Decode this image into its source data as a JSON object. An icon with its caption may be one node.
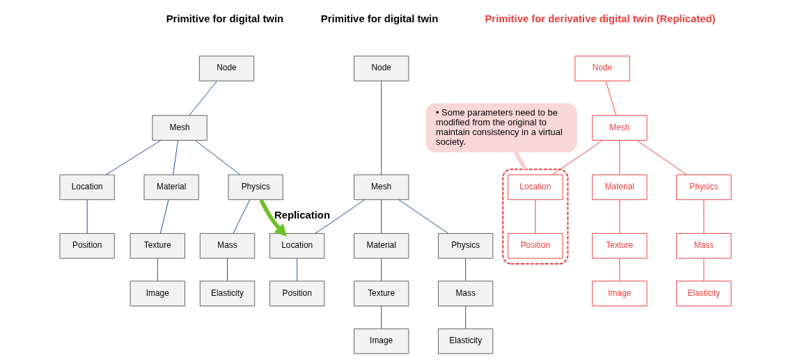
{
  "diagram": {
    "nodes": [
      {
        "text": [
          "Node"
        ]
      },
      {
        "text": [
          "Mesh"
        ]
      },
      {
        "text": [
          "Location"
        ]
      },
      {
        "text": [
          "Material"
        ]
      },
      {
        "text": [
          "Physics"
        ]
      },
      {
        "text": [
          "Position"
        ]
      },
      {
        "text": [
          "Texture"
        ]
      },
      {
        "text": [
          "Mass"
        ]
      },
      {
        "text": [
          "Image"
        ]
      },
      {
        "text": [
          "Elasticity"
        ]
      },
      {
        "text": [
          "Node"
        ]
      },
      {
        "text": [
          "Mesh"
        ]
      },
      {
        "text": [
          "Location"
        ]
      },
      {
        "text": [
          "Material"
        ]
      },
      {
        "text": [
          "Physics"
        ]
      },
      {
        "text": [
          "Position"
        ]
      },
      {
        "text": [
          "Texture"
        ]
      },
      {
        "text": [
          "Mass"
        ]
      },
      {
        "text": [
          "Image"
        ]
      },
      {
        "text": [
          "Elasticity"
        ]
      },
      {
        "text": [
          "Node"
        ]
      },
      {
        "text": [
          "Mesh"
        ]
      },
      {
        "text": [],
        "shape": "box"
      },
      {
        "text": [
          "Location"
        ],
        "in": 22
      },
      {
        "text": [
          "Material"
        ]
      },
      {
        "text": [
          "Physics"
        ]
      },
      {
        "text": [
          "Position"
        ],
        "in": 22
      },
      {
        "text": [
          "Texture"
        ]
      },
      {
        "text": [
          "Mass"
        ]
      },
      {
        "text": [
          "Image"
        ]
      },
      {
        "text": [
          "Elasticity"
        ]
      },
      {
        "text": [
          "• Some parameters need to be modified from the original to maintain consistency in a virtual society."
        ]
      }
    ],
    "edges": [
      {
        "from": 0,
        "to": 1,
        "arrow": "none"
      },
      {
        "from": 1,
        "to": 2,
        "arrow": "none"
      },
      {
        "from": 1,
        "to": 3,
        "arrow": "none"
      },
      {
        "from": 1,
        "to": 4,
        "arrow": "none"
      },
      {
        "from": 2,
        "to": 5,
        "arrow": "none"
      },
      {
        "from": 3,
        "to": 6,
        "arrow": "none"
      },
      {
        "from": 4,
        "to": 7,
        "arrow": "none"
      },
      {
        "from": 6,
        "to": 8,
        "arrow": "none"
      },
      {
        "from": 7,
        "to": 9,
        "arrow": "none"
      },
      {
        "from": 4,
        "to": 12,
        "arrow": "to",
        "label": "Replication",
        "style": "thick",
        "color": "#6fbf2a"
      },
      {
        "from": 10,
        "to": 11,
        "arrow": "none"
      },
      {
        "from": 11,
        "to": 12,
        "arrow": "none"
      },
      {
        "from": 11,
        "to": 13,
        "arrow": "none"
      },
      {
        "from": 11,
        "to": 14,
        "arrow": "none"
      },
      {
        "from": 12,
        "to": 15,
        "arrow": "none"
      },
      {
        "from": 13,
        "to": 16,
        "arrow": "none"
      },
      {
        "from": 14,
        "to": 17,
        "arrow": "none"
      },
      {
        "from": 16,
        "to": 18,
        "arrow": "none"
      },
      {
        "from": 17,
        "to": 19,
        "arrow": "none"
      },
      {
        "from": 20,
        "to": 21,
        "arrow": "none",
        "color": "#e84040"
      },
      {
        "from": 21,
        "to": 23,
        "arrow": "none",
        "color": "#e84040"
      },
      {
        "from": 21,
        "to": 24,
        "arrow": "none",
        "color": "#e84040"
      },
      {
        "from": 21,
        "to": 25,
        "arrow": "none",
        "color": "#e84040"
      },
      {
        "from": 23,
        "to": 26,
        "arrow": "none",
        "color": "#e84040"
      },
      {
        "from": 24,
        "to": 27,
        "arrow": "none",
        "color": "#e84040"
      },
      {
        "from": 25,
        "to": 28,
        "arrow": "none",
        "color": "#e84040"
      },
      {
        "from": 27,
        "to": 29,
        "arrow": "none",
        "color": "#e84040"
      },
      {
        "from": 28,
        "to": 30,
        "arrow": "none",
        "color": "#e84040"
      },
      {
        "from": 31,
        "to": 22,
        "arrow": "none",
        "style": "thick",
        "color": "#f8d0d0"
      }
    ],
    "labels": [
      "Primitive for digital twin",
      "Primitive for digital twin",
      "Primitive for derivative digital twin (Replicated)"
    ]
  }
}
